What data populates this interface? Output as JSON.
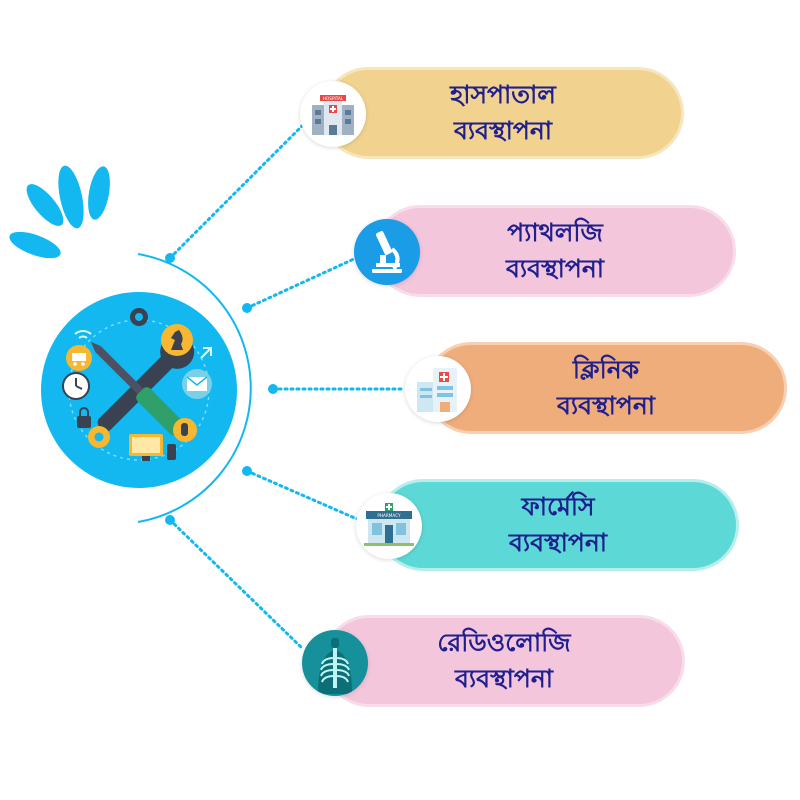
{
  "colors": {
    "accent": "#12b8ef",
    "text": "#1f1f8f"
  },
  "hub": {
    "icon": "tools-management-hub-icon"
  },
  "items": [
    {
      "id": "hospital",
      "line1": "হাসপাতাল",
      "line2": "ব্যবস্থাপনা",
      "fill": "#f1d38f",
      "border": "#f6e6bd",
      "icon": "hospital-building-icon",
      "icon_caption": "HOSPITAL"
    },
    {
      "id": "pathology",
      "line1": "প্যাথলজি",
      "line2": "ব্যবস্থাপনা",
      "fill": "#f3c6dc",
      "border": "#f8dceb",
      "icon": "microscope-icon"
    },
    {
      "id": "clinic",
      "line1": "ক্লিনিক",
      "line2": "ব্যবস্থাপনা",
      "fill": "#f0ad7c",
      "border": "#f7d0b4",
      "icon": "clinic-building-icon"
    },
    {
      "id": "pharmacy",
      "line1": "ফার্মেসি",
      "line2": "ব্যবস্থাপনা",
      "fill": "#5cd9d7",
      "border": "#b6eeec",
      "icon": "pharmacy-store-icon",
      "icon_caption": "PHARMACY"
    },
    {
      "id": "radiology",
      "line1": "রেডিওলোজি",
      "line2": "ব্যবস্থাপনা",
      "fill": "#f3c6dc",
      "border": "#f8dceb",
      "icon": "xray-chest-icon"
    }
  ]
}
